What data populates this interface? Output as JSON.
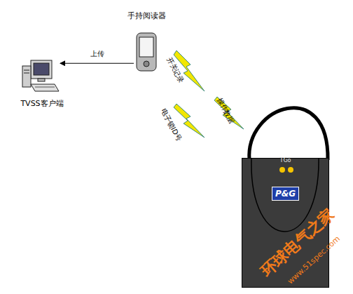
{
  "diagram": {
    "nodes": [
      {
        "text": [
          "TVSS客户端"
        ]
      },
      {
        "text": [
          "手持阅读器"
        ]
      },
      {
        "text": [
          "TGo",
          "P&G"
        ]
      }
    ],
    "edges": [
      {
        "from": 1,
        "to": 0,
        "label": "上传",
        "arrow": "to"
      }
    ],
    "labels": [
      "开关记录",
      "操作数据",
      "电子锁ID号",
      "环球电气之家",
      "www.51spec.com"
    ]
  }
}
